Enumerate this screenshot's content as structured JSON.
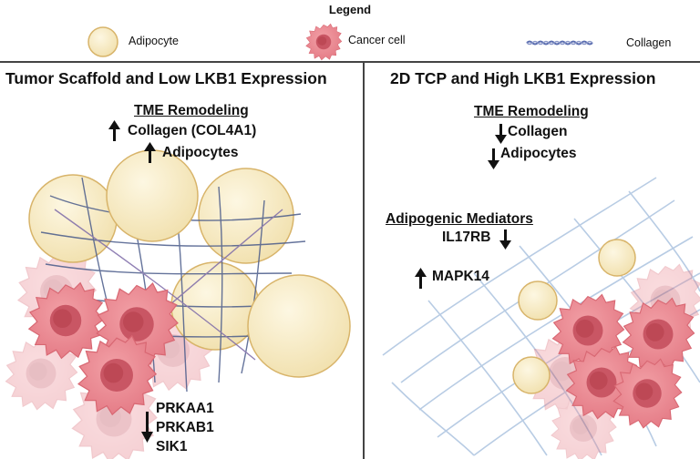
{
  "legend": {
    "title": "Legend",
    "adipocyte": "Adipocyte",
    "cancer_cell": "Cancer cell",
    "collagen": "Collagen"
  },
  "left_panel": {
    "title": "Tumor Scaffold and Low LKB1 Expression",
    "tme_heading": "TME Remodeling",
    "tme_items": [
      "Collagen (COL4A1)",
      "Adipocytes"
    ],
    "genes": [
      "PRKAA1",
      "PRKAB1",
      "SIK1"
    ]
  },
  "right_panel": {
    "title": "2D TCP  and High LKB1 Expression",
    "tme_heading": "TME Remodeling",
    "tme_items": [
      "Collagen",
      "Adipocytes"
    ],
    "mediators_heading": "Adipogenic Mediators",
    "mediators": [
      "IL17RB",
      "MAPK14"
    ]
  },
  "colors": {
    "adipocyte_fill": "#f7ecc6",
    "adipocyte_stroke": "#d8b46a",
    "cancer_fill": "#e9828c",
    "cancer_nucleus": "#c85462",
    "collagen": "#4a5b8a",
    "mesh_light": "#b8cce4"
  }
}
